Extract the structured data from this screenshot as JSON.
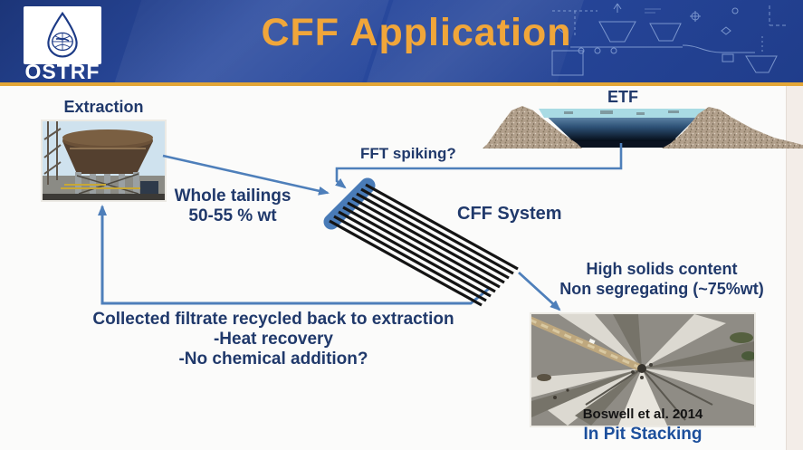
{
  "header": {
    "logo_text": "OSTRF",
    "title": "CFF Application"
  },
  "labels": {
    "extraction": "Extraction",
    "etf": "ETF",
    "fft_spiking": "FFT spiking?",
    "whole_tailings": [
      "Whole tailings",
      "50-55 % wt"
    ],
    "cff_system": "CFF System",
    "high_solids": [
      "High solids content",
      "Non segregating (~75%wt)"
    ],
    "filtrate": [
      "Collected filtrate recycled back to extraction",
      "-Heat recovery",
      "-No chemical addition?"
    ],
    "photo_credit": "Boswell et al. 2014",
    "in_pit": "In Pit Stacking"
  },
  "colors": {
    "header_blue": "#27479b",
    "title_orange": "#f0a63a",
    "rule_gold": "#e3a636",
    "text_navy": "#20396b",
    "arrow_blue": "#4e7fba",
    "manifold_blue": "#4e81bd",
    "pond_cyan": "#a9dbe4",
    "mound_tan": "#b2a08c",
    "tube_black": "#141414"
  }
}
